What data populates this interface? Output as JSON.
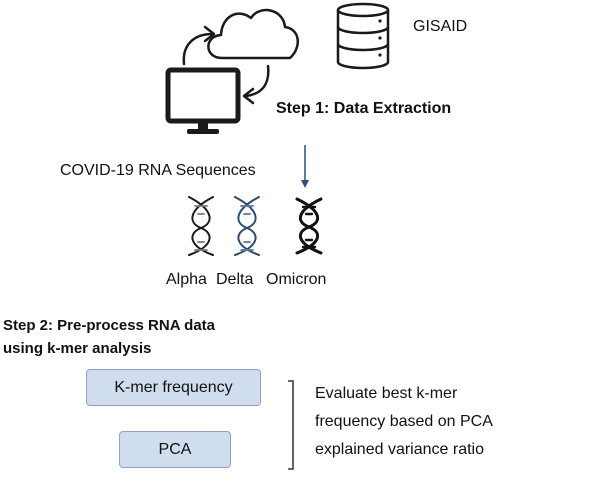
{
  "step1": {
    "source_label": "GISAID",
    "title": "Step 1: Data Extraction",
    "sequences_label": "COVID-19 RNA Sequences",
    "variants": [
      "Alpha",
      "Delta",
      "Omicron"
    ]
  },
  "step2": {
    "title_line1": "Step 2: Pre-process RNA data",
    "title_line2": "using k-mer analysis",
    "kmer_box": "K-mer frequency",
    "pca_box": "PCA",
    "note_lines": [
      "Evaluate best k-mer",
      "frequency based on PCA",
      "explained variance ratio"
    ]
  },
  "colors": {
    "box_fill": "#cfddef",
    "box_border": "#8ea3bf",
    "line": "#333333",
    "arrow_blue": "#2f4f7f"
  }
}
